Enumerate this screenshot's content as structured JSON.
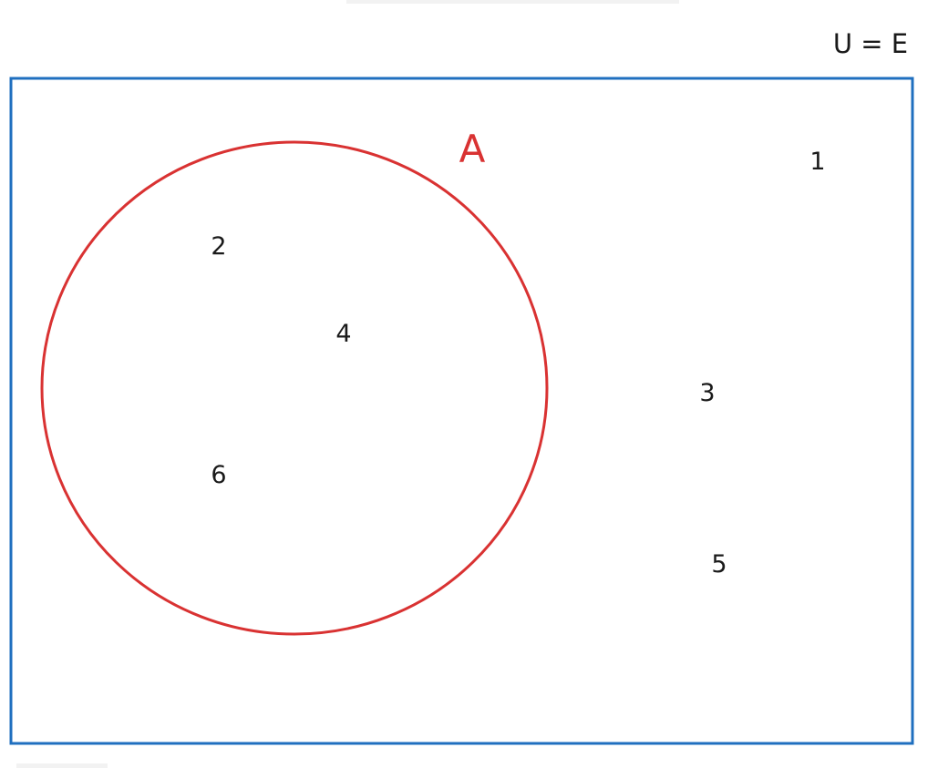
{
  "universe": {
    "label": "U = E",
    "border_color": "#1f6fbf"
  },
  "set_a": {
    "label": "A",
    "color": "#d93232",
    "elements": [
      "2",
      "4",
      "6"
    ]
  },
  "outside": {
    "elements": [
      "1",
      "3",
      "5"
    ]
  }
}
